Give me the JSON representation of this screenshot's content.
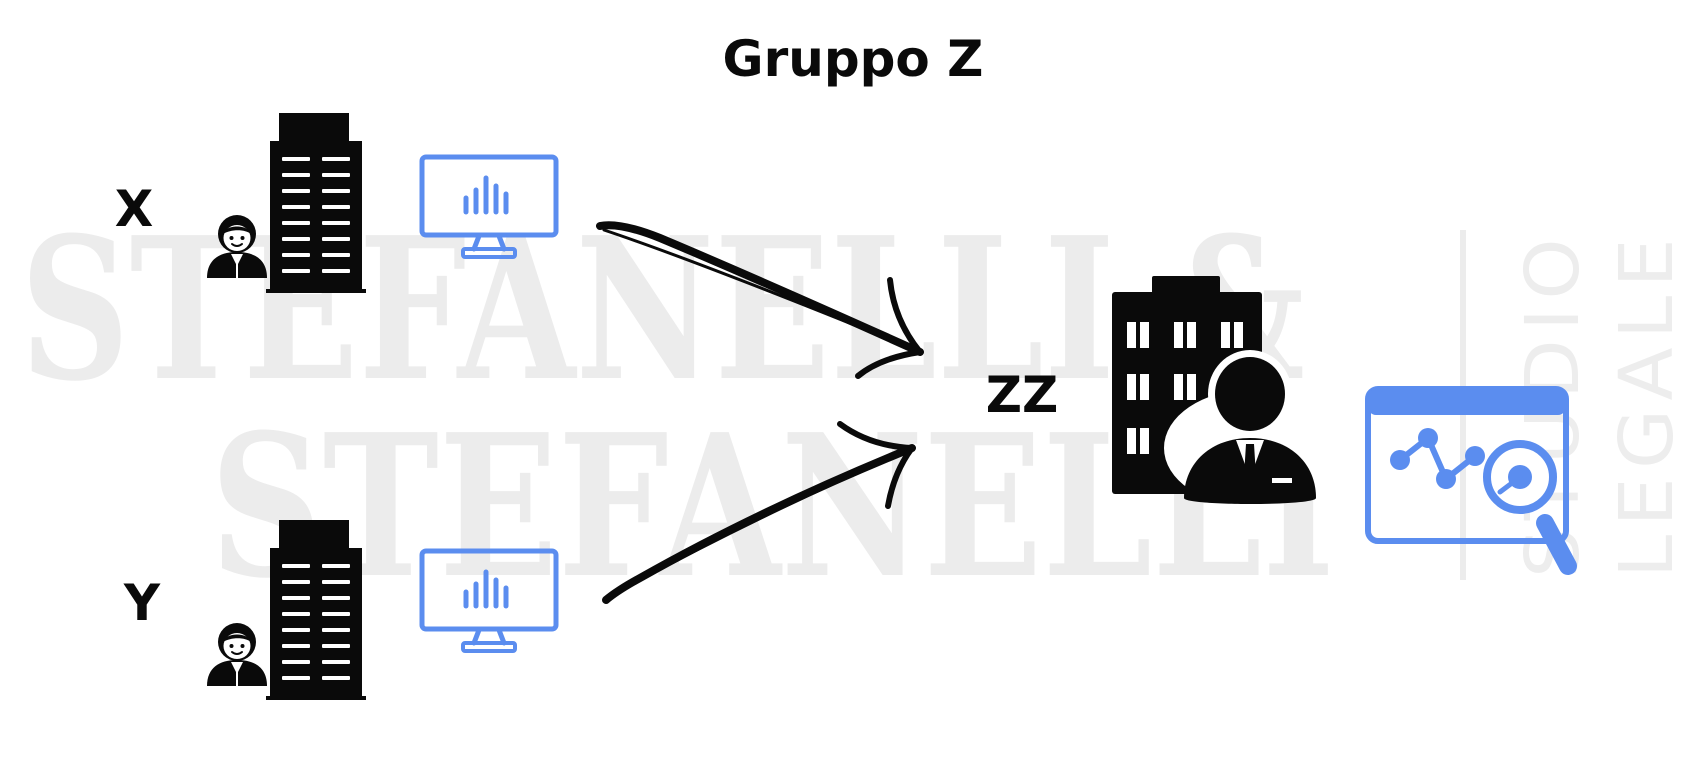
{
  "diagram": {
    "title": "Gruppo Z",
    "entities": {
      "x": {
        "label": "X"
      },
      "y": {
        "label": "Y"
      },
      "zz": {
        "label": "ZZ"
      }
    }
  },
  "watermark": {
    "line1": "STEFANELLI &",
    "line2": "STEFANELLI",
    "side1": "STUDIO",
    "side2": "LEGALE"
  },
  "colors": {
    "ink": "#0a0a0a",
    "accent_blue": "#5b8def",
    "watermark": "#ececec"
  },
  "icons": {
    "company_x": "office-building-icon",
    "person_x": "person-avatar-icon",
    "monitor_x": "monitor-chart-icon",
    "company_y": "office-building-icon",
    "person_y": "person-avatar-icon",
    "monitor_y": "monitor-chart-icon",
    "company_zz": "office-building-manager-icon",
    "analytics_zz": "browser-analytics-search-icon"
  }
}
